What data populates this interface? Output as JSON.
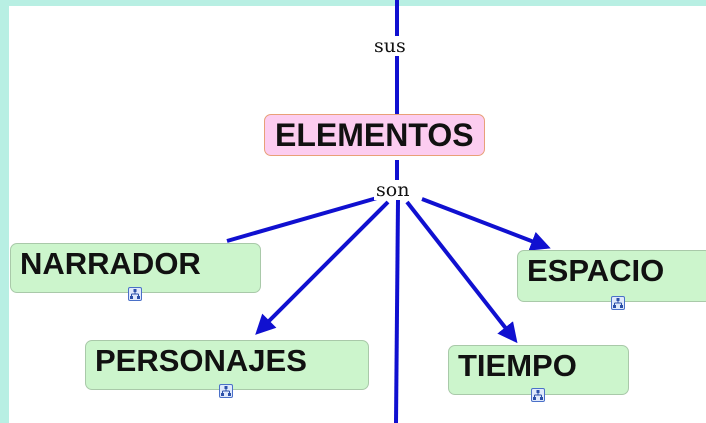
{
  "concept_map": {
    "main_concept": "ELEMENTOS",
    "link_words": {
      "above": "sus",
      "below": "son"
    },
    "concepts": [
      {
        "id": "narrador",
        "label": "NARRADOR",
        "icon": "submap-icon"
      },
      {
        "id": "personajes",
        "label": "PERSONAJES",
        "icon": "submap-icon"
      },
      {
        "id": "tiempo",
        "label": "TIEMPO",
        "icon": "submap-icon"
      },
      {
        "id": "espacio",
        "label": "ESPACIO",
        "icon": "submap-icon"
      }
    ]
  },
  "colors": {
    "page_border": "#b8efe3",
    "link_line": "#1010d0",
    "main_fill": "#fccdf0",
    "main_border": "#e8a078",
    "concept_fill": "#ccf5cc",
    "concept_border": "#a9c9a9"
  }
}
